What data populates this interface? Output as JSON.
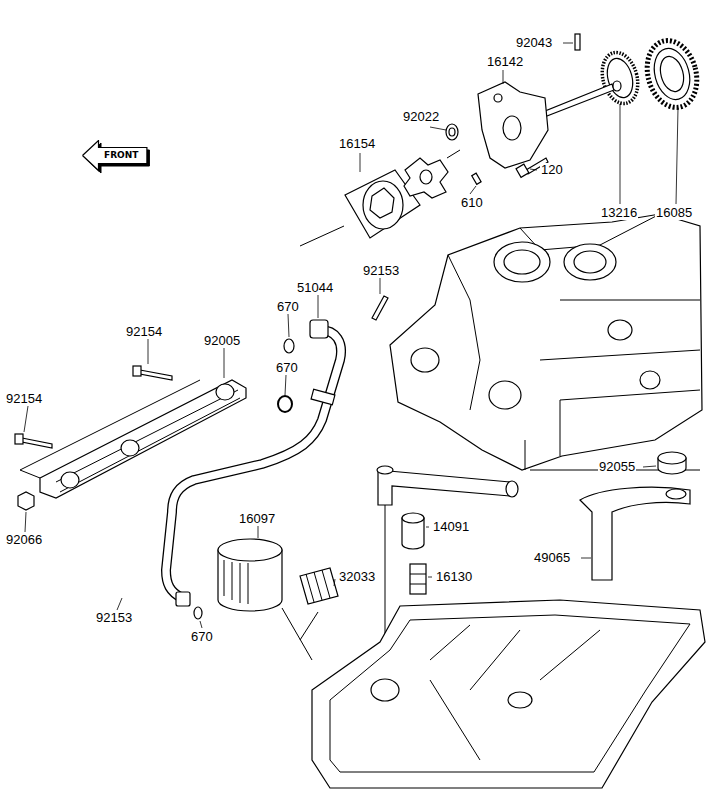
{
  "diagram": {
    "nodes": [
      {
        "text": [
          "FRONT"
        ]
      }
    ],
    "labels": [
      "92043",
      "16142",
      "16085",
      "92022",
      "13216",
      "16154",
      "610",
      "120",
      "51044",
      "92153",
      "670",
      "92154",
      "92005",
      "670",
      "92154",
      "92055",
      "14091",
      "49065",
      "92066",
      "16097",
      "32033",
      "16130",
      "92153",
      "670"
    ]
  }
}
